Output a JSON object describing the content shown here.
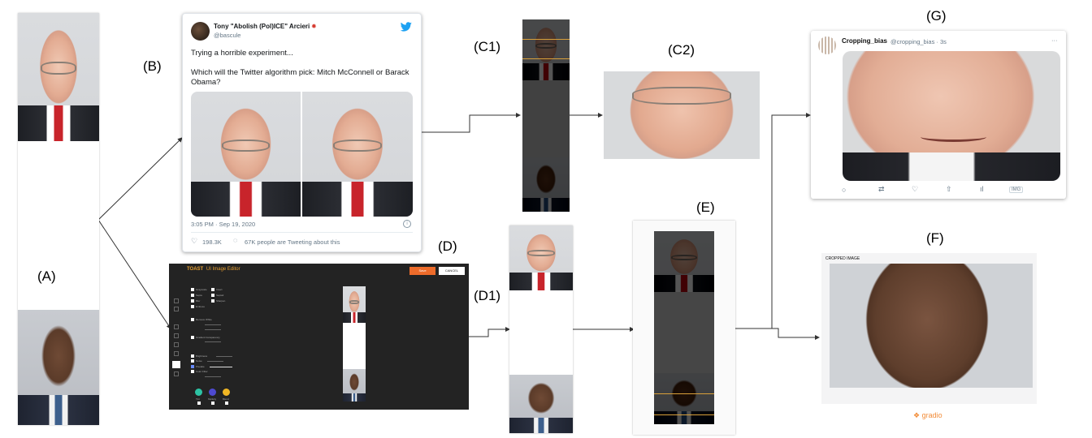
{
  "labels": {
    "a": "(A)",
    "b": "(B)",
    "c1": "(C1)",
    "c2": "(C2)",
    "d": "(D)",
    "d1": "(D1)",
    "e": "(E)",
    "f": "(F)",
    "g": "(G)"
  },
  "tweet": {
    "display_name": "Tony \"Abolish (Pol)ICE\" Arcieri",
    "handle": "@bascule",
    "line1": "Trying a horrible experiment...",
    "line2": "Which will the Twitter algorithm pick: Mitch McConnell or Barack Obama?",
    "timestamp": "3:05 PM · Sep 19, 2020",
    "likes": "198.3K",
    "retweet_text": "67K people are Tweeting about this",
    "colors": {
      "twitter_blue": "#1da1f2",
      "like_icon": "#657786"
    }
  },
  "editor": {
    "title": "UI Image Editor",
    "logo_text": "TOAST",
    "save_label": "Save",
    "cancel_label": "CANCEL",
    "options": [
      "Grayscale",
      "Invert",
      "Sepia",
      "Sepia2",
      "Blur",
      "Sharpen",
      "Emboss"
    ],
    "remove_white": "Remove White",
    "gradient_transparency": "Gradient transparency",
    "brightness": "Brightness",
    "noise": "Noise",
    "pixelate": "Pixelate",
    "color_filter": "Color Filter",
    "swatches": [
      {
        "name": "Tint",
        "color": "#2dc3a4"
      },
      {
        "name": "Multiply",
        "color": "#4e4ad1"
      },
      {
        "name": "Blend",
        "color": "#f0b624"
      }
    ],
    "accent": "#ee6c2b"
  },
  "cropping_tweet": {
    "display_name": "Cropping_bias",
    "handle": "@cropping_bias · 3s",
    "more": "···",
    "action_badge": "IMG"
  },
  "gradio": {
    "header": "CROPPED IMAGE",
    "brand": "gradio",
    "brand_color": "#f28c38"
  }
}
